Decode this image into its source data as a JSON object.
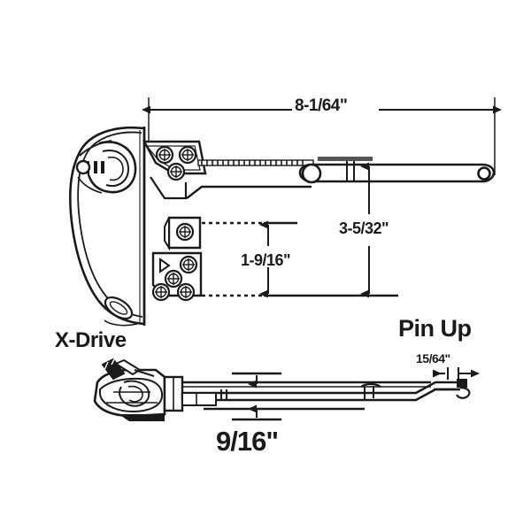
{
  "drawing": {
    "title": "X-Drive casement window operator dimensional drawing",
    "background_color": "#ffffff",
    "line_color": "#1a1a1a",
    "fill_color": "#ffffff"
  },
  "labels": {
    "overall_length": "8-1/64\"",
    "arm_drop": "3-5/32\"",
    "base_drop": "1-9/16\"",
    "pin_orientation": "Pin Up",
    "product_name": "X-Drive",
    "pin_thickness": "15/64\"",
    "side_height": "9/16\""
  },
  "views": {
    "top_view_name": "plan-view-operator",
    "bottom_view_name": "side-profile-view"
  },
  "components": {
    "housing": "operator-housing",
    "crank_stud": "crank-spindle",
    "gear_arm": "sector-gear-arm",
    "link_arm": "operator-link-arm",
    "arm_tip_hole": "arm-tip-pin-hole",
    "pivot_hole": "arm-pivot-hole",
    "mounting_screws_top_count": 3,
    "mounting_screws_middle_count": 1,
    "mounting_screws_bottom_count": 4
  }
}
